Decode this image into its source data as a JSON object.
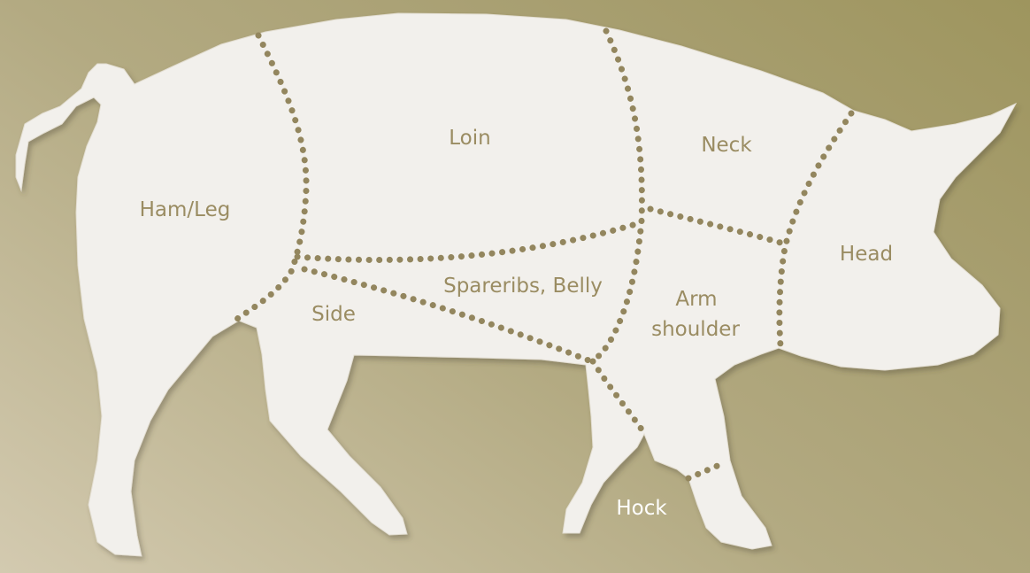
{
  "diagram": {
    "colors": {
      "background": "#b3aa82",
      "body": "#f2f0ec",
      "divider": "#93865e",
      "label": "#9a8c62",
      "label_light": "#ffffff"
    },
    "cuts": [
      {
        "id": "ham-leg",
        "label": "Ham/Leg"
      },
      {
        "id": "loin",
        "label": "Loin"
      },
      {
        "id": "neck",
        "label": "Neck"
      },
      {
        "id": "head",
        "label": "Head"
      },
      {
        "id": "spareribs-belly",
        "label": "Spareribs, Belly"
      },
      {
        "id": "side",
        "label": "Side"
      },
      {
        "id": "arm-shoulder",
        "label_line1": "Arm",
        "label_line2": "shoulder"
      },
      {
        "id": "hock",
        "label": "Hock"
      }
    ]
  }
}
